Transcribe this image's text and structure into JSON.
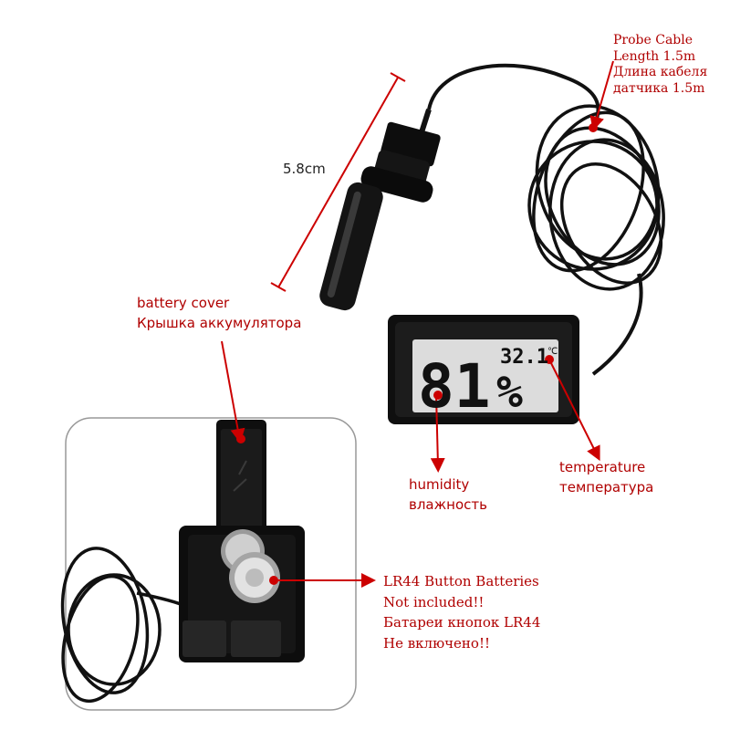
{
  "annotations": {
    "probe_length": "5.8cm",
    "probe_cable": [
      "Probe Cable",
      "Length 1.5m",
      "Длина кабеля",
      "датчика 1.5m"
    ],
    "battery_cover": [
      "battery cover",
      "Крышка аккумулятора"
    ],
    "humidity": [
      "humidity",
      "влажность"
    ],
    "temperature": [
      "temperature",
      "температура"
    ],
    "batteries": [
      "LR44 Button Batteries",
      "Not included!!",
      "Батареи кнопок LR44",
      "Не включено!!"
    ]
  },
  "display": {
    "humidity_value": "81",
    "humidity_unit": "%",
    "temperature_value": "32.1",
    "temperature_unit": "℃"
  },
  "colors": {
    "annotation_text": "#b00000",
    "arrow": "#cc0000",
    "device_body": "#111111",
    "lcd_background": "#dcdcdc"
  }
}
